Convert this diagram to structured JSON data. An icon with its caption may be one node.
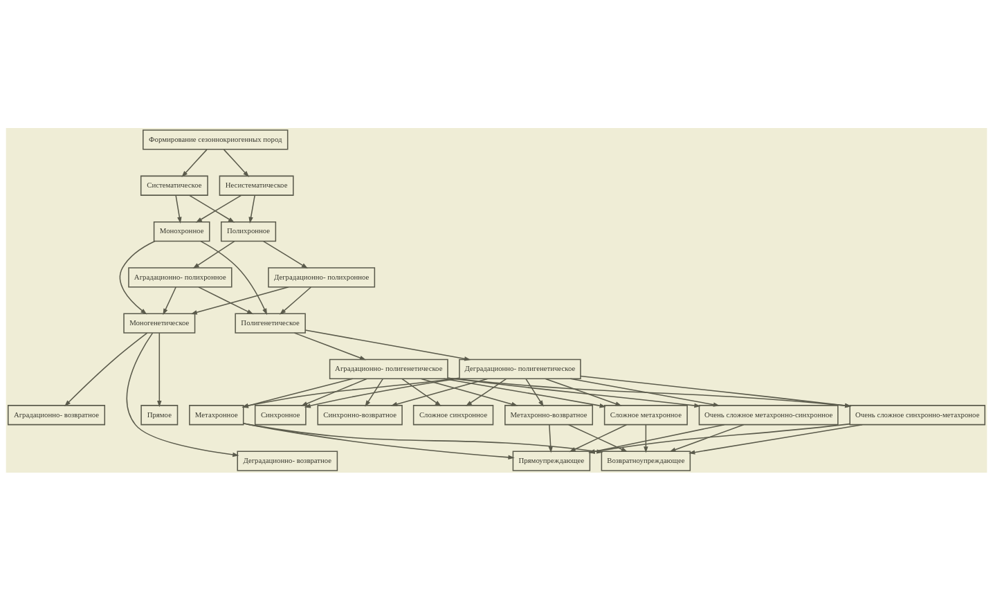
{
  "diagram": {
    "nodes": [
      {
        "text": [
          "Формирование сезоннокриогенных пород"
        ]
      },
      {
        "text": [
          "Систематическое"
        ]
      },
      {
        "text": [
          "Несистематическое"
        ]
      },
      {
        "text": [
          "Монохронное"
        ]
      },
      {
        "text": [
          "Полихронное"
        ]
      },
      {
        "text": [
          "Аградационно- полихронное"
        ]
      },
      {
        "text": [
          "Деградационно- полихронное"
        ]
      },
      {
        "text": [
          "Моногенетическое"
        ]
      },
      {
        "text": [
          "Полигенетическое"
        ]
      },
      {
        "text": [
          "Аградационно- полигенетическое"
        ]
      },
      {
        "text": [
          "Деградационно- полигенетическое"
        ]
      },
      {
        "text": [
          "Прямое"
        ]
      },
      {
        "text": [
          "Синхронное"
        ]
      },
      {
        "text": [
          "Синхронно-возвратное"
        ]
      },
      {
        "text": [
          "Сложное синхронное"
        ]
      },
      {
        "text": [
          "Очень сложное синхронно-метахроное"
        ]
      },
      {
        "text": [
          "Аградационно- возвратное"
        ]
      },
      {
        "text": [
          "Метахронное"
        ]
      },
      {
        "text": [
          "Метахронно-возвратное"
        ]
      },
      {
        "text": [
          "Сложное метахронное"
        ]
      },
      {
        "text": [
          "Очень сложное метахронно-синхронное"
        ]
      },
      {
        "text": [
          "Деградационно- возвратное"
        ]
      },
      {
        "text": [
          "Прямоупреждающее"
        ]
      },
      {
        "text": [
          "Возвратноупреждающее"
        ]
      }
    ],
    "edges": [
      {
        "from": 0,
        "to": 1,
        "arrow": "to"
      },
      {
        "from": 0,
        "to": 2,
        "arrow": "to"
      },
      {
        "from": 1,
        "to": 3,
        "arrow": "to"
      },
      {
        "from": 1,
        "to": 4,
        "arrow": "to"
      },
      {
        "from": 2,
        "to": 3,
        "arrow": "to"
      },
      {
        "from": 2,
        "to": 4,
        "arrow": "to"
      },
      {
        "from": 4,
        "to": 5,
        "arrow": "to"
      },
      {
        "from": 4,
        "to": 6,
        "arrow": "to"
      },
      {
        "from": 3,
        "to": 7,
        "arrow": "to"
      },
      {
        "from": 3,
        "to": 8,
        "arrow": "to"
      },
      {
        "from": 5,
        "to": 7,
        "arrow": "to"
      },
      {
        "from": 5,
        "to": 8,
        "arrow": "to"
      },
      {
        "from": 6,
        "to": 7,
        "arrow": "to"
      },
      {
        "from": 6,
        "to": 8,
        "arrow": "to"
      },
      {
        "from": 8,
        "to": 9,
        "arrow": "to"
      },
      {
        "from": 8,
        "to": 10,
        "arrow": "to"
      },
      {
        "from": 7,
        "to": 11,
        "arrow": "to"
      },
      {
        "from": 7,
        "to": 16,
        "arrow": "to"
      },
      {
        "from": 7,
        "to": 21,
        "arrow": "to"
      },
      {
        "from": 9,
        "to": 12,
        "arrow": "to"
      },
      {
        "from": 9,
        "to": 17,
        "arrow": "to"
      },
      {
        "from": 9,
        "to": 13,
        "arrow": "to"
      },
      {
        "from": 9,
        "to": 18,
        "arrow": "to"
      },
      {
        "from": 9,
        "to": 14,
        "arrow": "to"
      },
      {
        "from": 9,
        "to": 19,
        "arrow": "to"
      },
      {
        "from": 9,
        "to": 15,
        "arrow": "to"
      },
      {
        "from": 9,
        "to": 20,
        "arrow": "to"
      },
      {
        "from": 10,
        "to": 12,
        "arrow": "to"
      },
      {
        "from": 10,
        "to": 17,
        "arrow": "to"
      },
      {
        "from": 10,
        "to": 13,
        "arrow": "to"
      },
      {
        "from": 10,
        "to": 18,
        "arrow": "to"
      },
      {
        "from": 10,
        "to": 14,
        "arrow": "to"
      },
      {
        "from": 10,
        "to": 19,
        "arrow": "to"
      },
      {
        "from": 10,
        "to": 15,
        "arrow": "to"
      },
      {
        "from": 10,
        "to": 20,
        "arrow": "to"
      },
      {
        "from": 17,
        "to": 22,
        "arrow": "to"
      },
      {
        "from": 17,
        "to": 23,
        "arrow": "to"
      },
      {
        "from": 18,
        "to": 22,
        "arrow": "to"
      },
      {
        "from": 18,
        "to": 23,
        "arrow": "to"
      },
      {
        "from": 19,
        "to": 22,
        "arrow": "to"
      },
      {
        "from": 19,
        "to": 23,
        "arrow": "to"
      },
      {
        "from": 15,
        "to": 22,
        "arrow": "to"
      },
      {
        "from": 15,
        "to": 23,
        "arrow": "to"
      },
      {
        "from": 20,
        "to": 22,
        "arrow": "to"
      },
      {
        "from": 20,
        "to": 23,
        "arrow": "to"
      }
    ]
  }
}
